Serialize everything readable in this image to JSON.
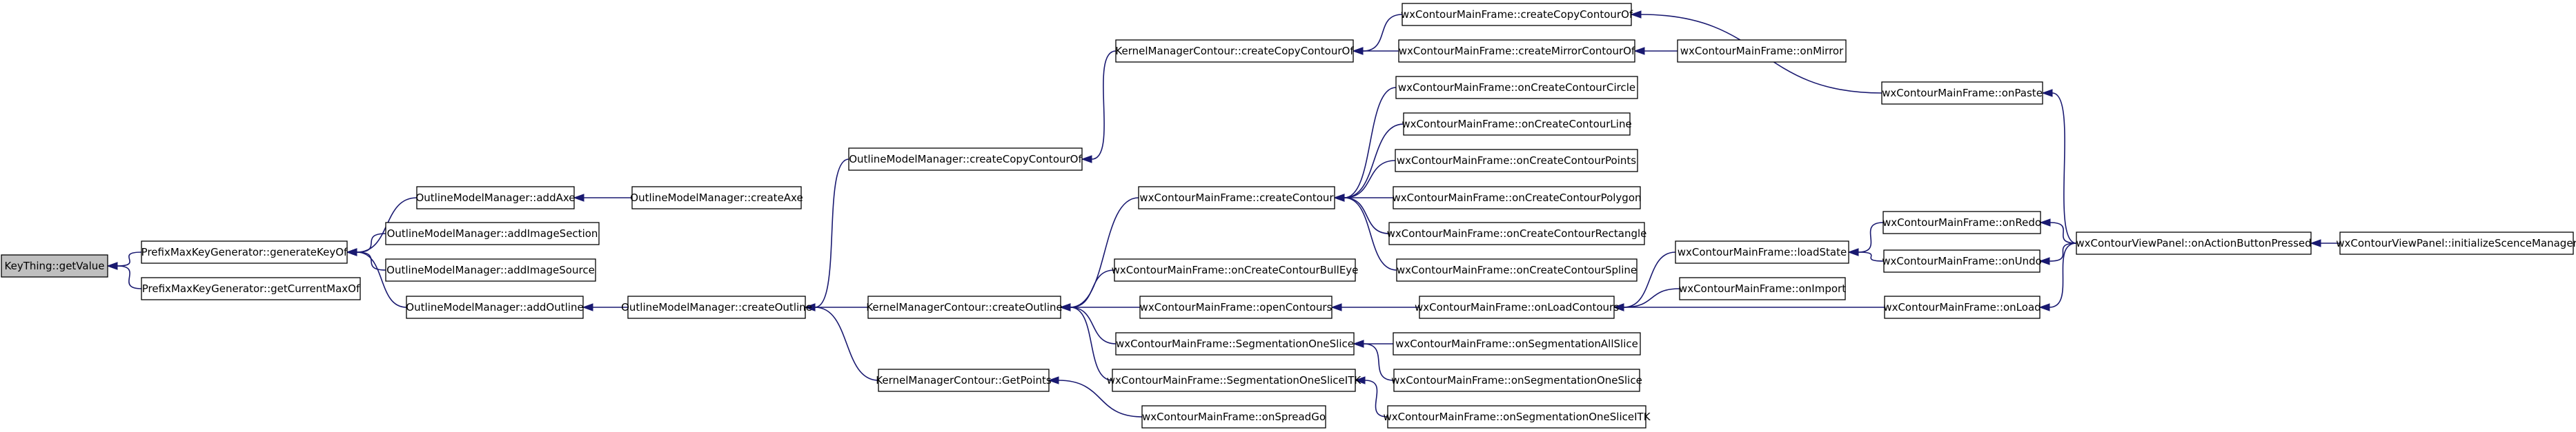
{
  "graph": {
    "kind": "call-graph",
    "root": "n_getValue",
    "colors": {
      "edge": "#191970",
      "root_fill": "#bfbfbf",
      "node_fill": "#ffffff",
      "border": "#000000"
    },
    "nodes": [
      {
        "id": "n_getValue",
        "label": "KeyThing::getValue"
      },
      {
        "id": "n_genKey",
        "label": "PrefixMaxKeyGenerator::generateKeyOf"
      },
      {
        "id": "n_getCurMax",
        "label": "PrefixMaxKeyGenerator::getCurrentMaxOf"
      },
      {
        "id": "n_addAxe",
        "label": "OutlineModelManager::addAxe"
      },
      {
        "id": "n_addImgSec",
        "label": "OutlineModelManager::addImageSection"
      },
      {
        "id": "n_addImgSrc",
        "label": "OutlineModelManager::addImageSource"
      },
      {
        "id": "n_addOutline",
        "label": "OutlineModelManager::addOutline"
      },
      {
        "id": "n_createAxe",
        "label": "OutlineModelManager::createAxe"
      },
      {
        "id": "n_omCreateOutline",
        "label": "OutlineModelManager::createOutline"
      },
      {
        "id": "n_omCopyContour",
        "label": "OutlineModelManager::createCopyContourOf"
      },
      {
        "id": "n_kmCreateOutline",
        "label": "KernelManagerContour::createOutline"
      },
      {
        "id": "n_kmGetPoints",
        "label": "KernelManagerContour::GetPoints"
      },
      {
        "id": "n_kmCopyContour",
        "label": "KernelManagerContour::createCopyContourOf"
      },
      {
        "id": "n_mfCreateContour",
        "label": "wxContourMainFrame::createContour"
      },
      {
        "id": "n_mfBullEye",
        "label": "wxContourMainFrame::onCreateContourBullEye"
      },
      {
        "id": "n_mfOpenContours",
        "label": "wxContourMainFrame::openContours"
      },
      {
        "id": "n_mfSegOne",
        "label": "wxContourMainFrame::SegmentationOneSlice"
      },
      {
        "id": "n_mfSegOneITK",
        "label": "wxContourMainFrame::SegmentationOneSliceITK"
      },
      {
        "id": "n_mfSpreadGo",
        "label": "wxContourMainFrame::onSpreadGo"
      },
      {
        "id": "n_mfCreateCopy",
        "label": "wxContourMainFrame::createCopyContourOf"
      },
      {
        "id": "n_mfCreateMirror",
        "label": "wxContourMainFrame::createMirrorContourOf"
      },
      {
        "id": "n_mfCircle",
        "label": "wxContourMainFrame::onCreateContourCircle"
      },
      {
        "id": "n_mfLine",
        "label": "wxContourMainFrame::onCreateContourLine"
      },
      {
        "id": "n_mfPoints",
        "label": "wxContourMainFrame::onCreateContourPoints"
      },
      {
        "id": "n_mfPolygon",
        "label": "wxContourMainFrame::onCreateContourPolygon"
      },
      {
        "id": "n_mfRect",
        "label": "wxContourMainFrame::onCreateContourRectangle"
      },
      {
        "id": "n_mfSpline",
        "label": "wxContourMainFrame::onCreateContourSpline"
      },
      {
        "id": "n_mfOnLoadContours",
        "label": "wxContourMainFrame::onLoadContours"
      },
      {
        "id": "n_mfSegAll",
        "label": "wxContourMainFrame::onSegmentationAllSlice"
      },
      {
        "id": "n_mfOnSegOne",
        "label": "wxContourMainFrame::onSegmentationOneSlice"
      },
      {
        "id": "n_mfOnSegOneITK",
        "label": "wxContourMainFrame::onSegmentationOneSliceITK"
      },
      {
        "id": "n_mfOnMirror",
        "label": "wxContourMainFrame::onMirror"
      },
      {
        "id": "n_mfLoadState",
        "label": "wxContourMainFrame::loadState"
      },
      {
        "id": "n_mfOnImport",
        "label": "wxContourMainFrame::onImport"
      },
      {
        "id": "n_mfOnPaste",
        "label": "wxContourMainFrame::onPaste"
      },
      {
        "id": "n_mfOnRedo",
        "label": "wxContourMainFrame::onRedo"
      },
      {
        "id": "n_mfOnUndo",
        "label": "wxContourMainFrame::onUndo"
      },
      {
        "id": "n_mfOnLoad",
        "label": "wxContourMainFrame::onLoad"
      },
      {
        "id": "n_vpAction",
        "label": "wxContourViewPanel::onActionButtonPressed"
      },
      {
        "id": "n_vpInit",
        "label": "wxContourViewPanel::initializeScenceManager"
      }
    ],
    "edges": [
      {
        "from": "n_genKey",
        "to": "n_getValue"
      },
      {
        "from": "n_getCurMax",
        "to": "n_getValue"
      },
      {
        "from": "n_addAxe",
        "to": "n_genKey"
      },
      {
        "from": "n_addImgSec",
        "to": "n_genKey"
      },
      {
        "from": "n_addImgSrc",
        "to": "n_genKey"
      },
      {
        "from": "n_addOutline",
        "to": "n_genKey"
      },
      {
        "from": "n_createAxe",
        "to": "n_addAxe"
      },
      {
        "from": "n_omCreateOutline",
        "to": "n_addOutline"
      },
      {
        "from": "n_omCopyContour",
        "to": "n_omCreateOutline"
      },
      {
        "from": "n_kmCreateOutline",
        "to": "n_omCreateOutline"
      },
      {
        "from": "n_kmGetPoints",
        "to": "n_omCreateOutline"
      },
      {
        "from": "n_kmCopyContour",
        "to": "n_omCopyContour"
      },
      {
        "from": "n_mfCreateContour",
        "to": "n_kmCreateOutline"
      },
      {
        "from": "n_mfBullEye",
        "to": "n_kmCreateOutline"
      },
      {
        "from": "n_mfOpenContours",
        "to": "n_kmCreateOutline"
      },
      {
        "from": "n_mfSegOne",
        "to": "n_kmCreateOutline"
      },
      {
        "from": "n_mfSegOneITK",
        "to": "n_kmCreateOutline"
      },
      {
        "from": "n_mfSpreadGo",
        "to": "n_kmGetPoints"
      },
      {
        "from": "n_mfCreateCopy",
        "to": "n_kmCopyContour"
      },
      {
        "from": "n_mfCreateMirror",
        "to": "n_kmCopyContour"
      },
      {
        "from": "n_mfCircle",
        "to": "n_mfCreateContour"
      },
      {
        "from": "n_mfLine",
        "to": "n_mfCreateContour"
      },
      {
        "from": "n_mfPoints",
        "to": "n_mfCreateContour"
      },
      {
        "from": "n_mfPolygon",
        "to": "n_mfCreateContour"
      },
      {
        "from": "n_mfRect",
        "to": "n_mfCreateContour"
      },
      {
        "from": "n_mfSpline",
        "to": "n_mfCreateContour"
      },
      {
        "from": "n_mfOnLoadContours",
        "to": "n_mfOpenContours"
      },
      {
        "from": "n_mfSegAll",
        "to": "n_mfSegOne"
      },
      {
        "from": "n_mfOnSegOne",
        "to": "n_mfSegOne"
      },
      {
        "from": "n_mfOnSegOneITK",
        "to": "n_mfSegOneITK"
      },
      {
        "from": "n_mfOnMirror",
        "to": "n_mfCreateMirror"
      },
      {
        "from": "n_mfOnPaste",
        "to": "n_mfCreateCopy"
      },
      {
        "from": "n_mfLoadState",
        "to": "n_mfOnLoadContours"
      },
      {
        "from": "n_mfOnImport",
        "to": "n_mfOnLoadContours"
      },
      {
        "from": "n_mfOnLoad",
        "to": "n_mfOnLoadContours"
      },
      {
        "from": "n_mfOnRedo",
        "to": "n_mfLoadState"
      },
      {
        "from": "n_mfOnUndo",
        "to": "n_mfLoadState"
      },
      {
        "from": "n_vpAction",
        "to": "n_mfOnPaste"
      },
      {
        "from": "n_vpAction",
        "to": "n_mfOnRedo"
      },
      {
        "from": "n_vpAction",
        "to": "n_mfOnUndo"
      },
      {
        "from": "n_vpAction",
        "to": "n_mfOnLoad"
      },
      {
        "from": "n_vpInit",
        "to": "n_vpAction"
      }
    ]
  }
}
